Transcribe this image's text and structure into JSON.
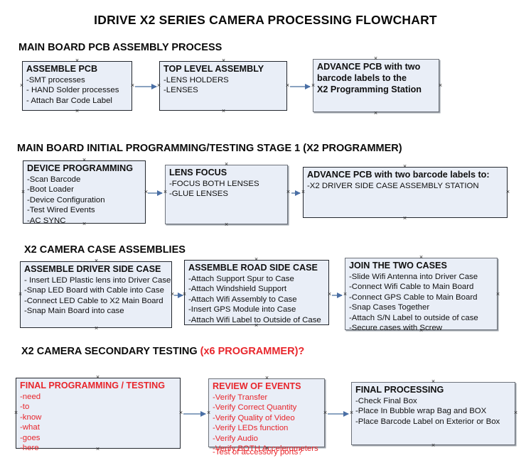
{
  "title": "IDRIVE X2  SERIES CAMERA PROCESSING FLOWCHART",
  "colors": {
    "box_fill": "#e9eef7",
    "box_border": "#23272e",
    "text": "#101010",
    "accent_red": "#e8262c",
    "connector": "#8aa3c0",
    "arrow_head": "#4a6fa5"
  },
  "sections": [
    {
      "heading": "MAIN BOARD PCB ASSEMBLY PROCESS",
      "heading_accent": "",
      "nodes": [
        {
          "title": "ASSEMBLE PCB",
          "lines": [
            "-SMT processes",
            "- HAND Solder processes",
            "- Attach Bar Code Label"
          ]
        },
        {
          "title": "TOP LEVEL ASSEMBLY",
          "lines": [
            "-LENS HOLDERS",
            "-LENSES"
          ]
        },
        {
          "title": "ADVANCE PCB with two",
          "lines": [
            "barcode labels to the",
            " X2 Programming Station"
          ]
        }
      ]
    },
    {
      "heading": "MAIN BOARD INITIAL PROGRAMMING/TESTING STAGE 1 (X2 PROGRAMMER)",
      "heading_accent": "",
      "nodes": [
        {
          "title": "DEVICE PROGRAMMING",
          "lines": [
            "-Scan Barcode",
            "-Boot Loader",
            "-Device Configuration",
            "-Test Wired Events",
            "-AC SYNC"
          ]
        },
        {
          "title": "LENS FOCUS",
          "lines": [
            "-FOCUS BOTH LENSES",
            "-GLUE LENSES"
          ]
        },
        {
          "title": "ADVANCE PCB with two barcode labels to:",
          "lines": [
            "-X2 DRIVER  SIDE  CASE  ASSEMBLY STATION"
          ]
        }
      ]
    },
    {
      "heading": "X2 CAMERA CASE ASSEMBLIES",
      "heading_accent": "",
      "nodes": [
        {
          "title": "ASSEMBLE DRIVER SIDE CASE",
          "lines": [
            "- Insert LED Plastic lens into Driver Case",
            "-Snap LED Board with Cable into Case",
            "-Connect LED Cable to X2 Main Board",
            "-Snap Main Board into case"
          ]
        },
        {
          "title": "ASSEMBLE ROAD SIDE CASE",
          "lines": [
            "-Attach Support Spur to Case",
            "-Attach Windshield Support",
            "-Attach Wifi Assembly to Case",
            "-Insert GPS Module into Case",
            "-Attach Wifi Label to Outside of Case"
          ]
        },
        {
          "title": "JOIN THE TWO CASES",
          "lines": [
            "-Slide Wifi Antenna into Driver Case",
            "-Connect Wifi Cable to Main Board",
            "-Connect GPS Cable to Main Board",
            "-Snap Cases Together",
            "-Attach S/N Label to outside of case",
            "-Secure cases with Screw"
          ]
        }
      ]
    },
    {
      "heading": "X2 CAMERA SECONDARY TESTING ",
      "heading_accent": "(x6 PROGRAMMER)?",
      "nodes": [
        {
          "title": "FINAL PROGRAMMING / TESTING",
          "lines": [
            "-need",
            "-to",
            "-know",
            "-what",
            "-goes",
            "-here"
          ]
        },
        {
          "title": "REVIEW OF EVENTS",
          "lines": [
            "-Verify Transfer",
            "-Verify Correct Quantity",
            "-Verify Quality of Video",
            "-Verify LEDs function",
            "-Verify Audio",
            "-Verify BOTH Accelerometers"
          ],
          "overflow_line": "-Test of accessory ports?"
        },
        {
          "title": "FINAL PROCESSING",
          "lines": [
            " -Check Final Box",
            "-Place In Bubble wrap Bag and BOX",
            "-Place Barcode Label on Exterior or Box"
          ]
        }
      ]
    }
  ]
}
